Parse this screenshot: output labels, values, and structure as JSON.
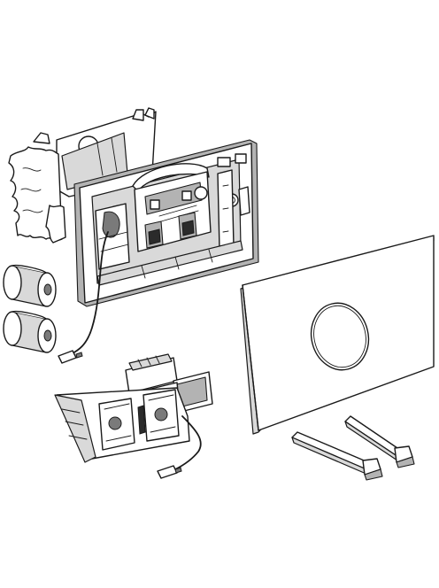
{
  "illustration": {
    "components": [
      "mounting-bracket",
      "actuator-frame",
      "battery-top",
      "battery-bottom",
      "cover-plate",
      "control-unit",
      "fixing-rod-left",
      "fixing-rod-right"
    ],
    "colors": {
      "line": "#1a1a1a",
      "background": "#ffffff",
      "shade_light": "#d9d9d9",
      "shade_mid": "#b3b3b3",
      "shade_dark": "#7a7a7a"
    }
  }
}
